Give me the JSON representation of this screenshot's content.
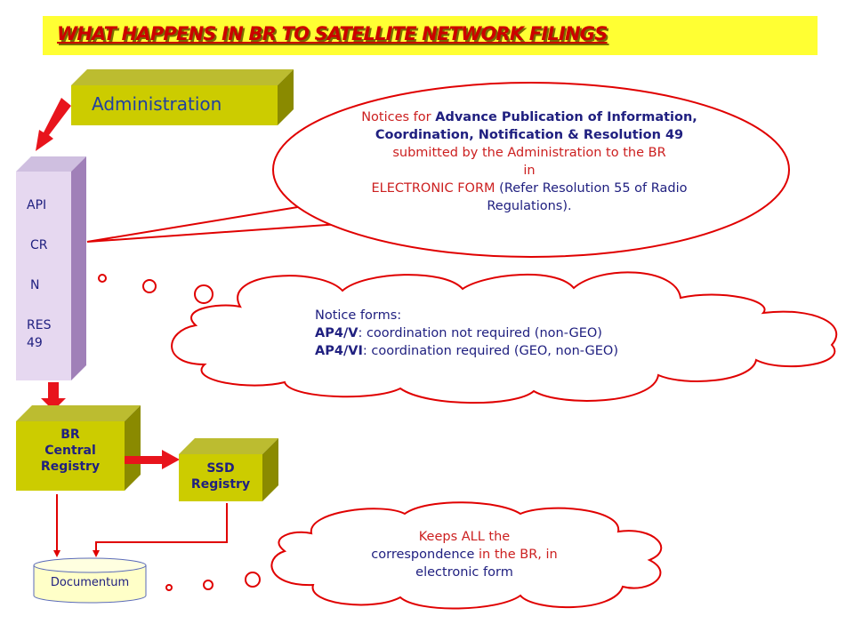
{
  "title": "WHAT HAPPENS IN BR TO SATELLITE NETWORK FILINGS",
  "administration": "Administration",
  "notice_types": [
    "API",
    "CR",
    "N",
    "RES",
    "49"
  ],
  "br_central_registry": [
    "BR",
    "Central",
    "Registry"
  ],
  "ssd_registry": [
    "SSD",
    "Registry"
  ],
  "documentum": "Documentum",
  "speech_bubble": {
    "prefix": "Notices for ",
    "bold_part": "Advance Publication of Information, Coordination, Notification & Resolution 49",
    "rest_1": " submitted by the Administration to the BR",
    "rest_2": "in",
    "electronic_form": "ELECTRONIC FORM",
    "rest_3": " (Refer Resolution 55 of Radio Regulations)."
  },
  "notice_forms": {
    "heading": "Notice forms:",
    "ap4v_code": "AP4/V",
    "ap4v_text": ": coordination not required (non-GEO)",
    "ap4vi_code": "AP4/VI",
    "ap4vi_text": ": coordination required (GEO, non-GEO)"
  },
  "keeps_cloud": {
    "part_1": "Keeps ALL the",
    "part_2": "correspondence",
    "part_3": " in the BR, in",
    "part_4": "electronic form"
  },
  "colors": {
    "banner": "#ffff33",
    "title": "#cc0000",
    "box_face": "#cccc00",
    "box_top": "#bcbc30",
    "box_side": "#8a8a00",
    "stack_face": "#e6d8f0",
    "stack_side": "#a080b8",
    "arrow": "#e8141c",
    "outline": "#e00000",
    "text_blue": "#202080"
  }
}
